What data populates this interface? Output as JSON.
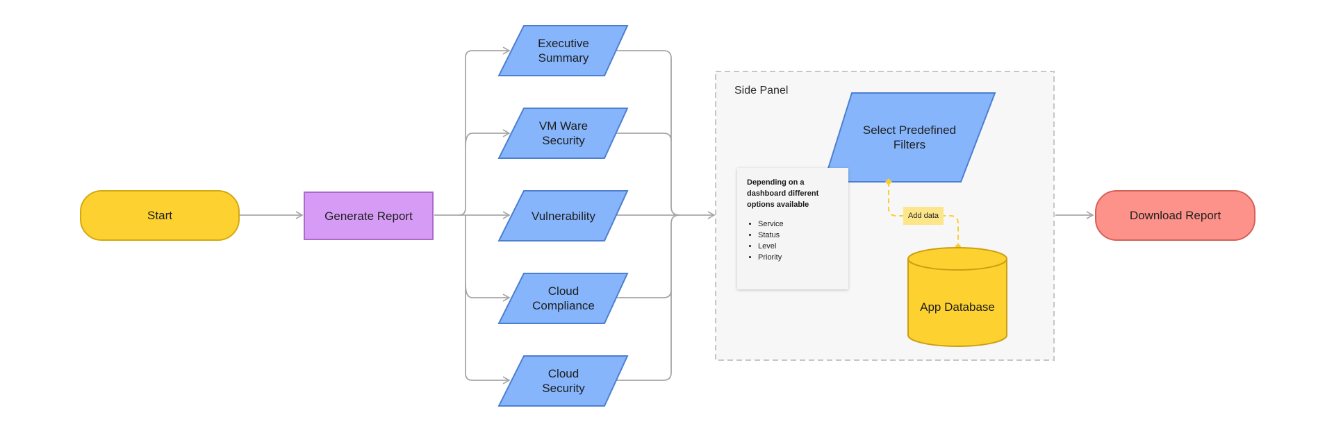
{
  "nodes": {
    "start": "Start",
    "generate_report": "Generate Report",
    "executive_summary": "Executive\nSummary",
    "vm_ware_security": "VM Ware\nSecurity",
    "vulnerability": "Vulnerability",
    "cloud_compliance": "Cloud\nCompliance",
    "cloud_security": "Cloud\nSecurity",
    "select_predefined_filters": "Select Predefined\nFilters",
    "app_database": "App Database",
    "download_report": "Download Report"
  },
  "side_panel": {
    "title": "Side Panel",
    "note": {
      "heading": "Depending on a dashboard different options available",
      "items": [
        "Service",
        "Status",
        "Level",
        "Priority"
      ]
    },
    "connector_label": "Add data"
  },
  "colors": {
    "terminal_start": "#fdd130",
    "process": "#d69cf5",
    "report_option": "#86b5fc",
    "database": "#fdd130",
    "terminal_end": "#fd928a",
    "connector": "#a6a6a6",
    "dashed_link": "#f9cd32"
  }
}
